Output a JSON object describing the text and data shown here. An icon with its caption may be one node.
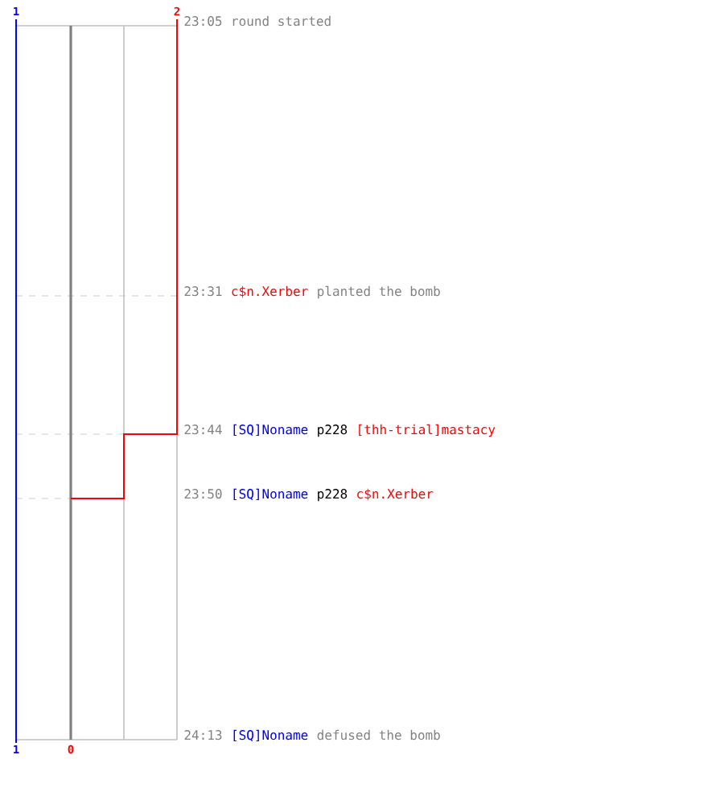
{
  "diagram": {
    "labels": [
      "1",
      "2",
      "23:05",
      "round started",
      "23:31",
      "c$n.Xerber",
      "planted the bomb",
      "23:44",
      "[SQ]Noname",
      "p228",
      "[thh-trial]mastacy",
      "23:50",
      "[SQ]Noname",
      "p228",
      "c$n.Xerber",
      "24:13",
      "[SQ]Noname",
      "defused the bomb",
      "1",
      "0"
    ]
  }
}
